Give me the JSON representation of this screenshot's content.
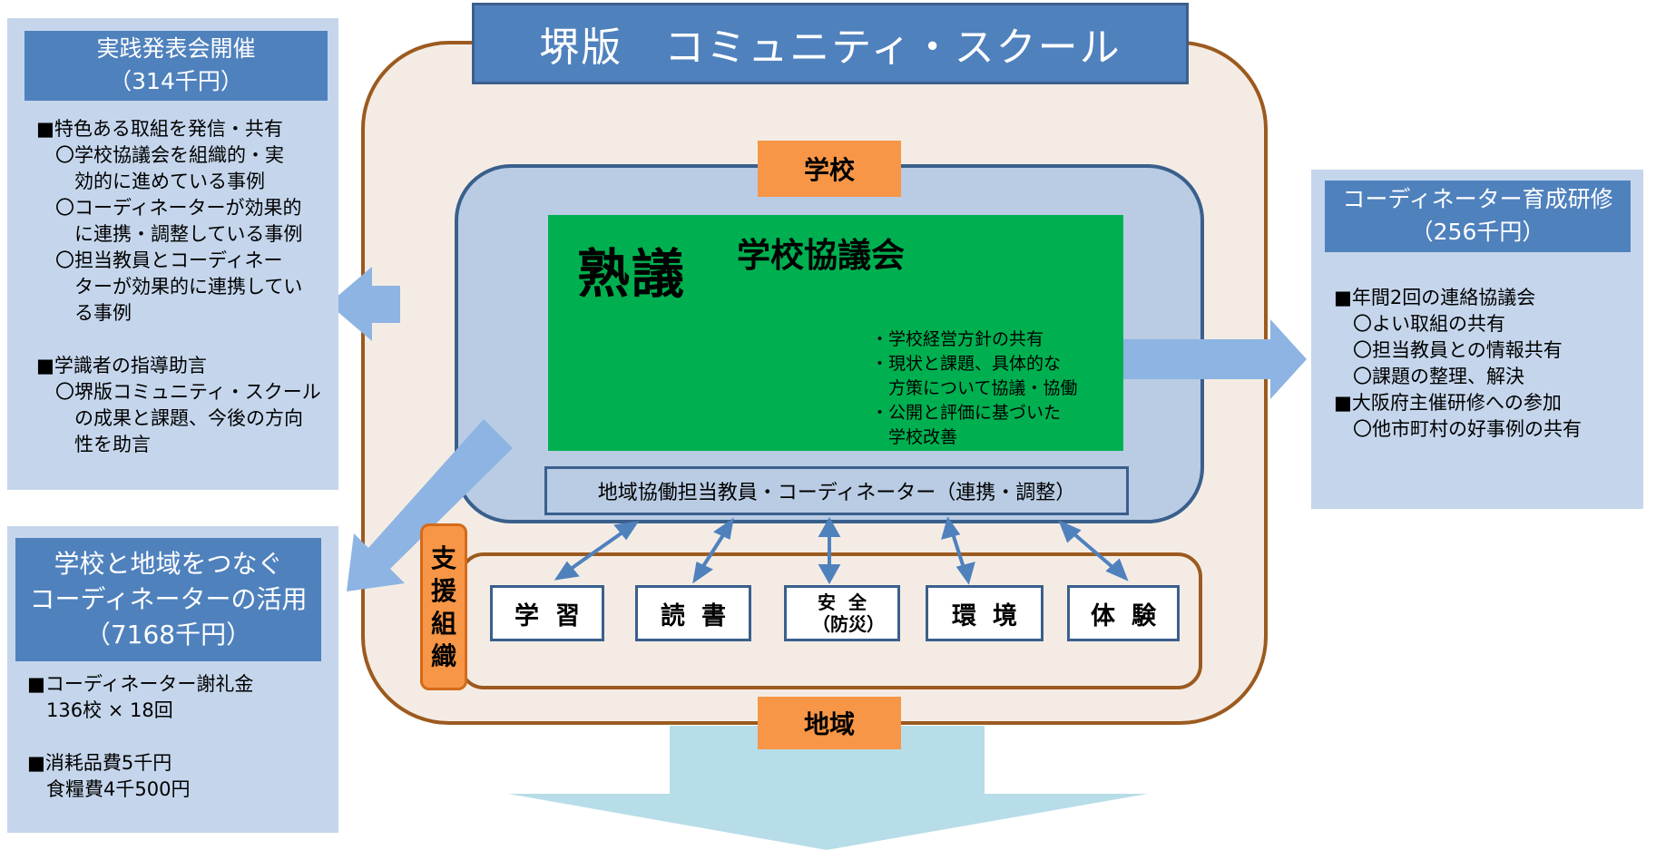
{
  "title": "堺版　コミュニティ・スクール",
  "left_top": {
    "header": [
      "実践発表会開催",
      "（314千円）"
    ],
    "body": "■特色ある取組を発信・共有\n　〇学校協議会を組織的・実\n　　効的に進めている事例\n　〇コーディネーターが効果的\n　　に連携・調整している事例\n　〇担当教員とコーディネー\n　　ターが効果的に連携してい\n　　る事例\n\n■学識者の指導助言\n　〇堺版コミュニティ・スクール\n　　の成果と課題、今後の方向\n　　性を助言"
  },
  "left_bottom": {
    "header": [
      "学校と地域をつなぐ",
      "コーディネーターの活用",
      "（7168千円）"
    ],
    "body": "■コーディネーター謝礼金\n　136校 × 18回\n\n■消耗品費5千円\n　食糧費4千500円"
  },
  "right": {
    "header": [
      "コーディネーター育成研修",
      "（256千円）"
    ],
    "body": "■年間2回の連絡協議会\n　〇よい取組の共有\n　〇担当教員との情報共有\n　〇課題の整理、解決\n■大阪府主催研修への参加\n　〇他市町村の好事例の共有"
  },
  "school_label": "学校",
  "community_label": "地域",
  "board": {
    "big_word": "熟議",
    "title": "学校協議会",
    "points": "・学校経営方針の共有\n・現状と課題、具体的な\n　方策について協議・協働\n・公開と評価に基づいた\n　学校改善"
  },
  "coordinator_bar": "地域協働担当教員・コーディネーター（連携・調整）",
  "support_org": "支\n援\n組\n織",
  "activities": [
    "学習",
    "読書",
    "安全",
    "（防災）",
    "環境",
    "体験"
  ],
  "colors": {
    "blue": "#4f81bd",
    "light_blue": "#c5d6ec",
    "orange": "#f79646",
    "green": "#00b050",
    "brown": "#9c5a1f",
    "beige": "#f4ece4"
  }
}
